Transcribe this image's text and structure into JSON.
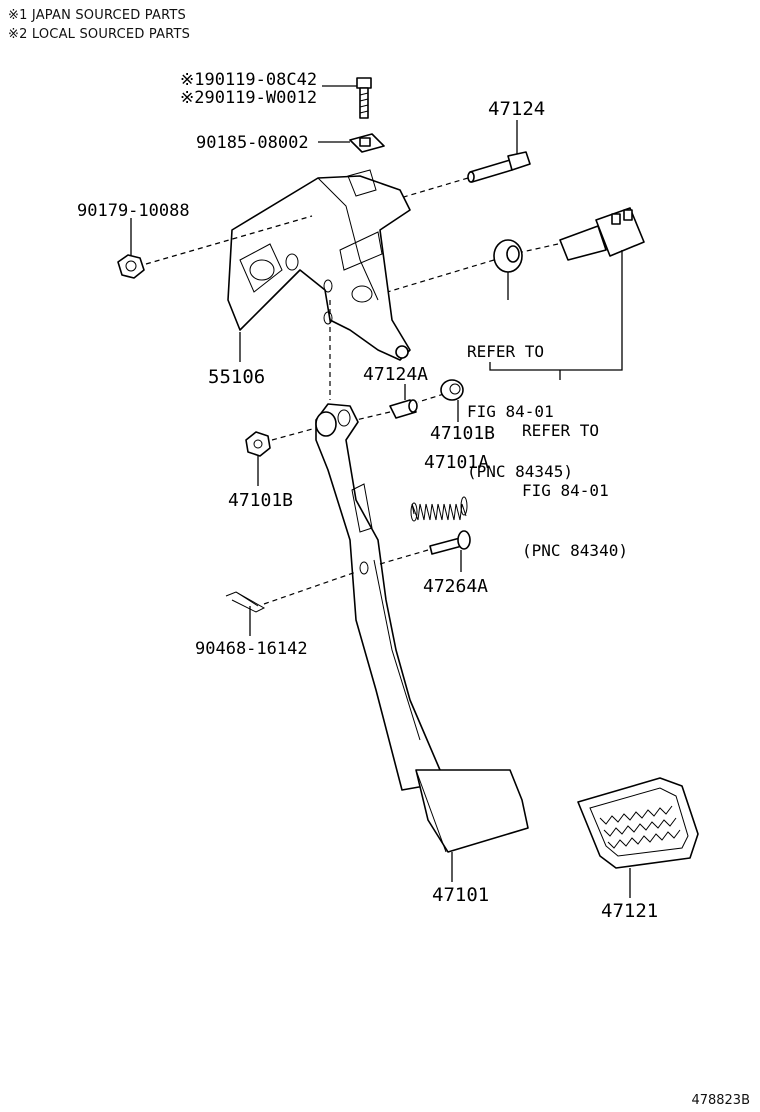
{
  "notes": {
    "japan": "※1 JAPAN SOURCED PARTS",
    "local": "※2 LOCAL SOURCED PARTS"
  },
  "parts": {
    "bolt_japan": "※190119-08C42",
    "bolt_local": "※290119-W0012",
    "clip": "90185-08002",
    "pin_bolt": "47124",
    "nut": "90179-10088",
    "bracket": "55106",
    "bushing_a": "47124A",
    "bushing_b_right": "47101B",
    "bushing_b_left": "47101B",
    "spring": "47101A",
    "pin": "47264A",
    "cotter_pin": "90468-16142",
    "pedal": "47101",
    "pedal_pad": "47121"
  },
  "references": {
    "ref_1": [
      "REFER TO",
      "FIG 84-01",
      "(PNC 84345)"
    ],
    "ref_2": [
      "REFER TO",
      "FIG 84-01",
      "(PNC 84340)"
    ]
  },
  "figure_code": "478823B"
}
